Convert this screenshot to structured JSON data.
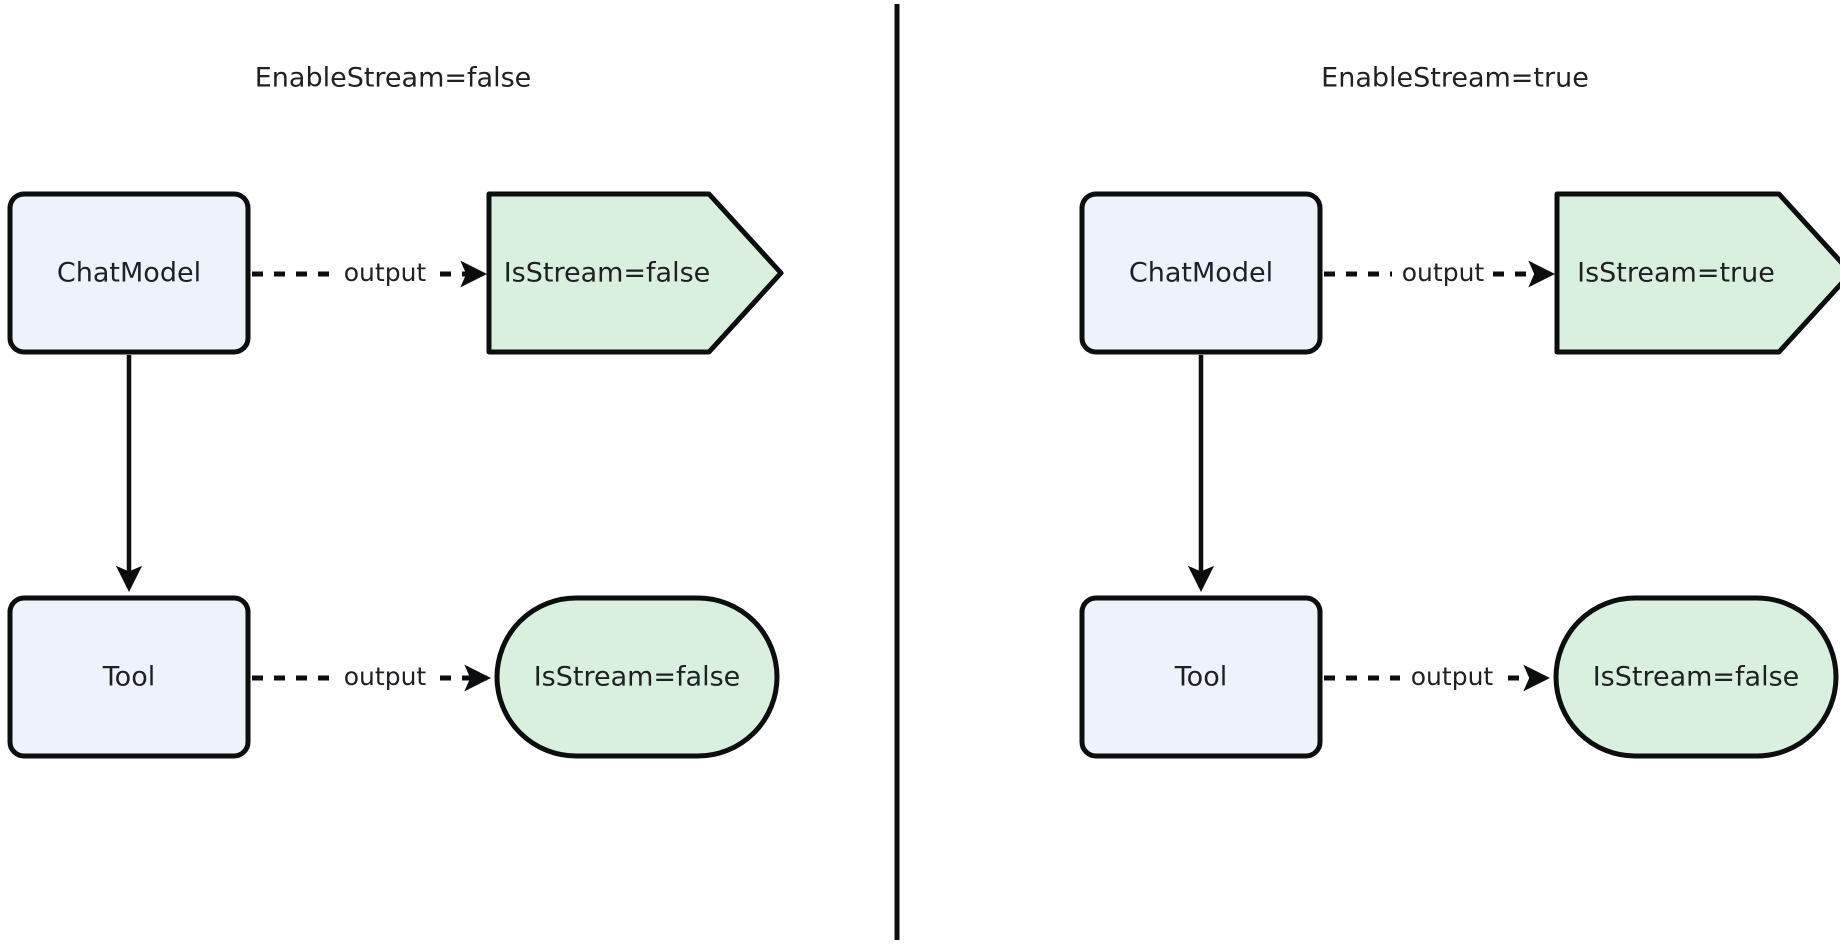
{
  "diagram": {
    "type": "flowchart",
    "background_color": "#ffffff",
    "process_node_fill": "#eef2fc",
    "result_node_fill": "#d9f0de",
    "stroke_color": "#0b0d0e",
    "text_color": "#1f2023",
    "divider": {
      "present": true,
      "orientation": "vertical"
    },
    "panels": [
      {
        "id": "left",
        "title": "EnableStream=false",
        "nodes": [
          {
            "id": "chatmodel-left",
            "label": "ChatModel",
            "shape": "rounded-rectangle",
            "kind": "process"
          },
          {
            "id": "result-chatmodel-left",
            "label": "IsStream=false",
            "shape": "pennant",
            "kind": "result"
          },
          {
            "id": "tool-left",
            "label": "Tool",
            "shape": "rounded-rectangle",
            "kind": "process"
          },
          {
            "id": "result-tool-left",
            "label": "IsStream=false",
            "shape": "stadium",
            "kind": "result"
          }
        ],
        "edges": [
          {
            "id": "edge-chatmodel-result-left",
            "from": "chatmodel-left",
            "to": "result-chatmodel-left",
            "label": "output",
            "style": "dashed",
            "arrow": true
          },
          {
            "id": "edge-chatmodel-tool-left",
            "from": "chatmodel-left",
            "to": "tool-left",
            "label": "",
            "style": "solid",
            "arrow": true
          },
          {
            "id": "edge-tool-result-left",
            "from": "tool-left",
            "to": "result-tool-left",
            "label": "output",
            "style": "dashed",
            "arrow": true
          }
        ]
      },
      {
        "id": "right",
        "title": "EnableStream=true",
        "nodes": [
          {
            "id": "chatmodel-right",
            "label": "ChatModel",
            "shape": "rounded-rectangle",
            "kind": "process"
          },
          {
            "id": "result-chatmodel-right",
            "label": "IsStream=true",
            "shape": "pennant",
            "kind": "result"
          },
          {
            "id": "tool-right",
            "label": "Tool",
            "shape": "rounded-rectangle",
            "kind": "process"
          },
          {
            "id": "result-tool-right",
            "label": "IsStream=false",
            "shape": "stadium",
            "kind": "result"
          }
        ],
        "edges": [
          {
            "id": "edge-chatmodel-result-right",
            "from": "chatmodel-right",
            "to": "result-chatmodel-right",
            "label": "output",
            "style": "dashed",
            "arrow": true
          },
          {
            "id": "edge-chatmodel-tool-right",
            "from": "chatmodel-right",
            "to": "tool-right",
            "label": "",
            "style": "solid",
            "arrow": true
          },
          {
            "id": "edge-tool-result-right",
            "from": "tool-right",
            "to": "result-tool-right",
            "label": "output",
            "style": "dashed",
            "arrow": true
          }
        ]
      }
    ]
  }
}
